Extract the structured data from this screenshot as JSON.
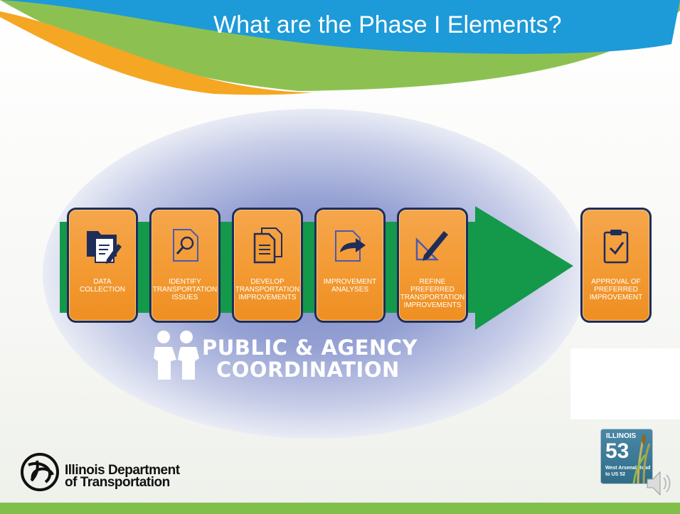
{
  "slide": {
    "title": "What are the Phase I Elements?"
  },
  "steps": [
    {
      "icon": "folder-document-pencil-icon",
      "lines": [
        "DATA",
        "COLLECTION"
      ]
    },
    {
      "icon": "magnifier-document-icon",
      "lines": [
        "IDENTIFY",
        "TRANSPORTATION",
        "ISSUES"
      ]
    },
    {
      "icon": "stacked-documents-icon",
      "lines": [
        "DEVELOP",
        "TRANSPORTATION",
        "IMPROVEMENTS"
      ]
    },
    {
      "icon": "document-arrow-icon",
      "lines": [
        "IMPROVEMENT",
        "ANALYSES"
      ]
    },
    {
      "icon": "pencil-triangle-icon",
      "lines": [
        "REFINE",
        "PREFERRED",
        "TRANSPORTATION",
        "IMPROVEMENTS"
      ]
    },
    {
      "icon": "clipboard-check-icon",
      "lines": [
        "APPROVAL OF",
        "PREFERRED",
        "IMPROVEMENT"
      ]
    }
  ],
  "coordination": {
    "icon": "two-people-icon",
    "line1": "PUBLIC & AGENCY",
    "line2": "COORDINATION"
  },
  "logo": {
    "icon": "idot-emblem-icon",
    "line1": "Illinois Department",
    "line2": "of Transportation"
  },
  "badge": {
    "state": "ILLINOIS",
    "number": "53",
    "line1": "West Arsenal Road",
    "line2": "to US 52"
  },
  "colors": {
    "accent_blue": "#1d9ad8",
    "accent_green": "#8cc152",
    "accent_orange": "#f5a623",
    "arrow_green": "#14984a",
    "step_orange": "#f39a33",
    "step_border": "#1f2d59",
    "ellipse_blue": "#9aa6d6"
  }
}
